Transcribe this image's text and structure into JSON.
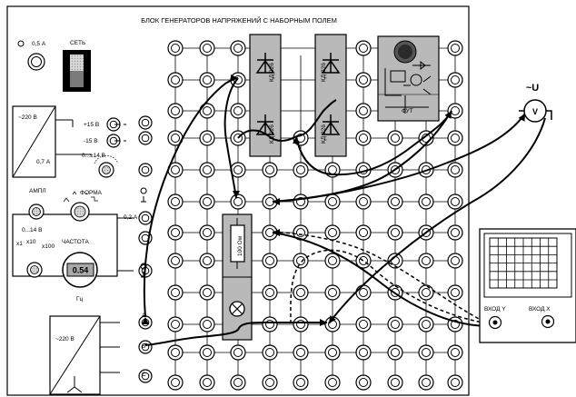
{
  "panel": {
    "title": "БЛОК ГЕНЕРАТОРОВ НАПРЯЖЕНИЙ С НАБОРНЫМ ПОЛЕМ",
    "fuse_label": "0,5 А",
    "mains_label": "СЕТЬ",
    "dc_block": {
      "voltage": "~220 В",
      "current": "0,7 А",
      "out_pos": "+15 В",
      "out_neg": "-15 В",
      "adj_range": "0...±14 В"
    },
    "generator": {
      "amp_label": "АМПЛ",
      "form_label": "ФОРМА",
      "amp_range": "0...14 В",
      "current_limit": "0,2 А",
      "freq_label": "ЧАСТОТА",
      "mult_x1": "x1",
      "mult_x10": "x10",
      "mult_x100": "x100",
      "display_value": "0.54",
      "freq_unit": "Гц"
    },
    "three_phase": {
      "voltage": "~220 В",
      "phase_a": "А",
      "phase_b": "В",
      "phase_c": "С"
    }
  },
  "components": {
    "diode_code": "КД 226",
    "resistor_label": "100 Ом",
    "fuse_module_label": "ФУТ"
  },
  "instruments": {
    "voltmeter_symbol": "V",
    "voltmeter_caption": "~U",
    "scope_input_y": "ВХОД Y",
    "scope_input_x": "ВХОД Х"
  },
  "colors": {
    "ink": "#000000",
    "module_fill": "#b9b9b9",
    "display_fill": "#a9a9a9",
    "panel_bg": "#ffffff"
  }
}
